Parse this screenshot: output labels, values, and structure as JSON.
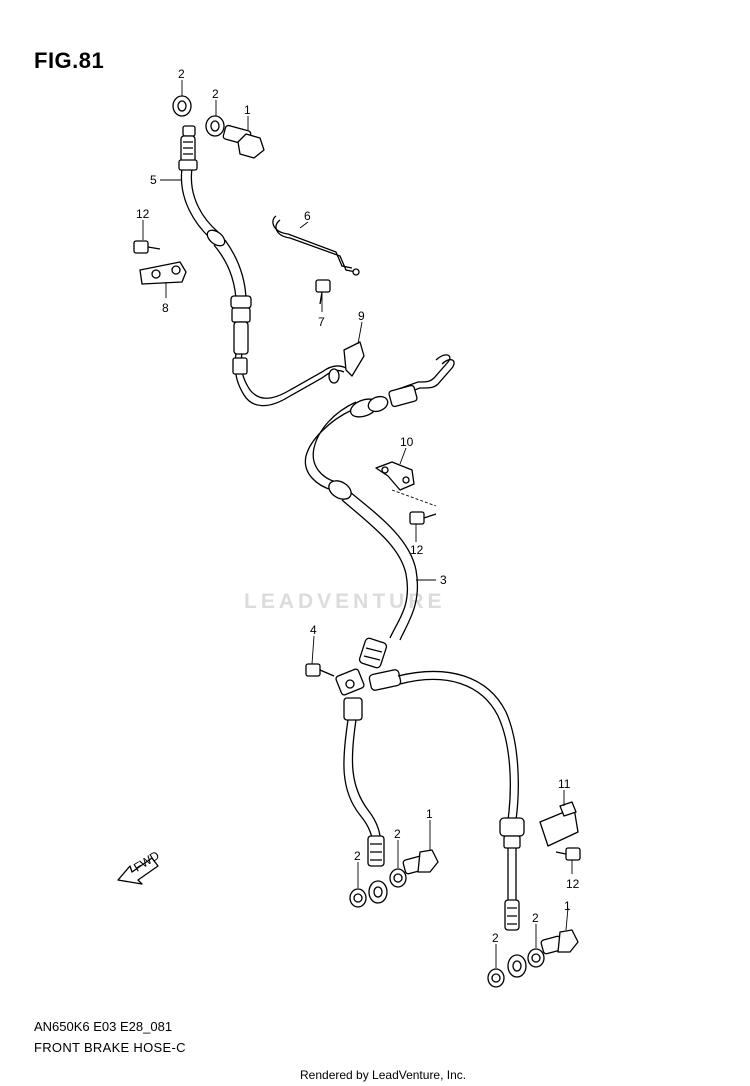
{
  "figure": {
    "title": "FIG.81",
    "model_code": "AN650K6 E03 E28_081",
    "caption": "FRONT BRAKE HOSE-C",
    "credit": "Rendered by LeadVenture, Inc.",
    "watermark": "LEADVENTURE",
    "fwd_label": "FWD"
  },
  "callouts": [
    {
      "key": "c1a",
      "number": "2"
    },
    {
      "key": "c1b",
      "number": "2"
    },
    {
      "key": "c1c",
      "number": "1"
    },
    {
      "key": "c1d",
      "number": "5"
    },
    {
      "key": "c1e",
      "number": "12"
    },
    {
      "key": "c1f",
      "number": "8"
    },
    {
      "key": "c1g",
      "number": "6"
    },
    {
      "key": "c1h",
      "number": "7"
    },
    {
      "key": "c1i",
      "number": "9"
    },
    {
      "key": "c1j",
      "number": "10"
    },
    {
      "key": "c1k",
      "number": "12"
    },
    {
      "key": "c1l",
      "number": "3"
    },
    {
      "key": "c1m",
      "number": "4"
    },
    {
      "key": "c1n",
      "number": "11"
    },
    {
      "key": "c1o",
      "number": "12"
    },
    {
      "key": "c1p",
      "number": "1"
    },
    {
      "key": "c1q",
      "number": "2"
    },
    {
      "key": "c1r",
      "number": "2"
    },
    {
      "key": "c1s",
      "number": "1"
    },
    {
      "key": "c1t",
      "number": "2"
    },
    {
      "key": "c1u",
      "number": "2"
    }
  ]
}
